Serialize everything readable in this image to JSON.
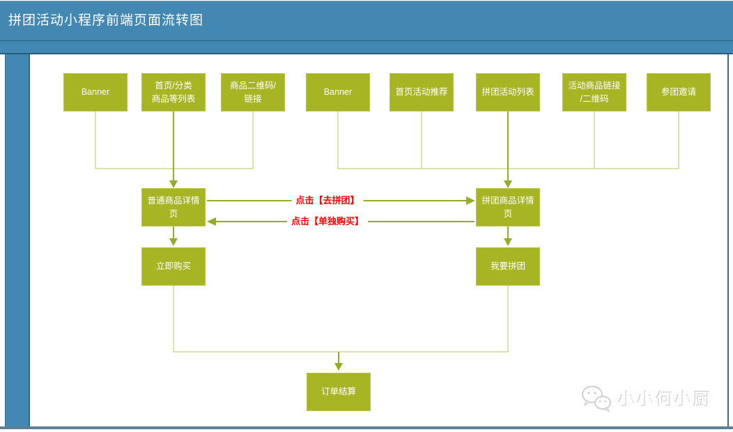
{
  "title": "拼团活动小程序前端页面流转图",
  "colors": {
    "frame_blue": "#4288b2",
    "frame_blue_dark": "#235c7d",
    "node_green": "#a7b524",
    "wire_green_light": "#b9c556",
    "wire_green_arrow": "#95ac27",
    "edge_label_red": "#ff0000",
    "bottom_rule_gray_blue": "#5d8096"
  },
  "nodes": [
    {
      "label": "Banner"
    },
    {
      "label": "首页/分类\n商品等列表"
    },
    {
      "label": "商品二维码/\n链接"
    },
    {
      "label": "Banner"
    },
    {
      "label": "首页活动推荐"
    },
    {
      "label": "拼团活动列表"
    },
    {
      "label": "活动商品链接\n/二维码"
    },
    {
      "label": "参团邀请"
    },
    {
      "label": "普通商品详情\n页"
    },
    {
      "label": "拼团商品详情\n页"
    },
    {
      "label": "立即购买"
    },
    {
      "label": "我要拼团"
    },
    {
      "label": "订单结算"
    }
  ],
  "edge_labels": {
    "go_group": "点击【去拼团】",
    "buy_alone": "点击【单独购买】"
  },
  "watermark": {
    "text": "小小何小厨",
    "icon": "wechat-icon"
  }
}
